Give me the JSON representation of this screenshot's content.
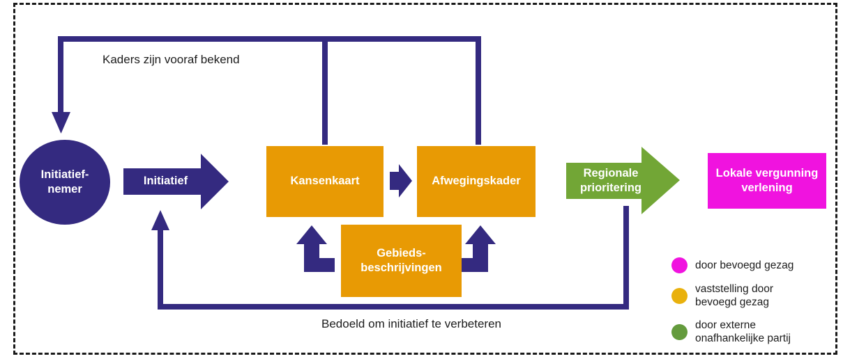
{
  "diagram": {
    "colors": {
      "indigo": "#342A80",
      "orange": "#E89A04",
      "green": "#72A636",
      "magenta": "#F013DF"
    },
    "annotations": {
      "top": "Kaders zijn vooraf bekend",
      "bottom": "Bedoeld om initiatief te verbeteren"
    },
    "nodes": {
      "initiatiefnemer": {
        "line1": "Initiatief-",
        "line2": "nemer"
      },
      "initiatief_arrow": {
        "label": "Initiatief"
      },
      "kansenkaart": {
        "label": "Kansenkaart"
      },
      "afwegingskader": {
        "label": "Afwegingskader"
      },
      "gebiedsbeschrijvingen": {
        "line1": "Gebieds-",
        "line2": "beschrijvingen"
      },
      "regionale_prioritering": {
        "line1": "Regionale",
        "line2": "prioritering"
      },
      "lokale_vergunning": {
        "line1": "Lokale vergunning",
        "line2": "verlening"
      }
    },
    "legend": {
      "items": [
        {
          "color": "#F013DF",
          "line1": "door bevoegd gezag",
          "line2": ""
        },
        {
          "color": "#E9B10D",
          "line1": "vaststelling door",
          "line2": "bevoegd gezag"
        },
        {
          "color": "#649B3D",
          "line1": "door externe",
          "line2": "onafhankelijke partij"
        }
      ]
    }
  }
}
